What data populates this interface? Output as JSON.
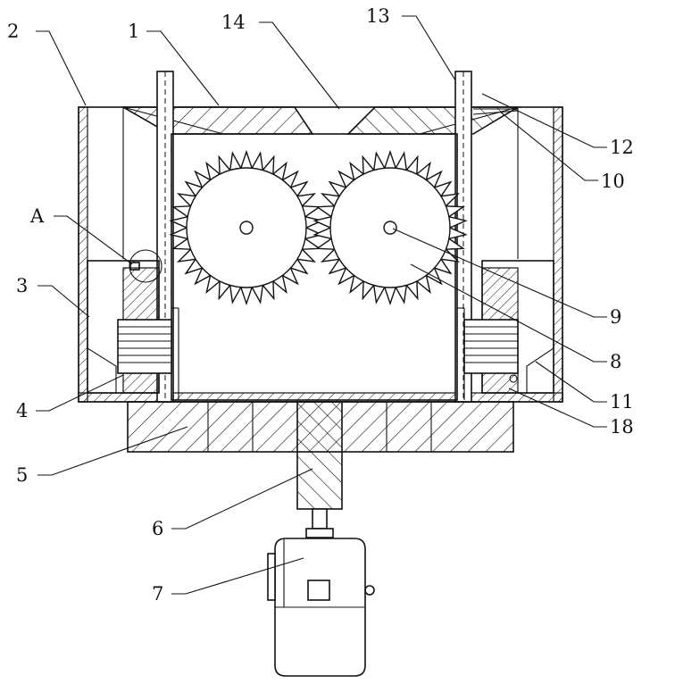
{
  "figure": {
    "labels": [
      {
        "id": "1",
        "text": "1"
      },
      {
        "id": "2",
        "text": "2"
      },
      {
        "id": "3",
        "text": "3"
      },
      {
        "id": "4",
        "text": "4"
      },
      {
        "id": "5",
        "text": "5"
      },
      {
        "id": "6",
        "text": "6"
      },
      {
        "id": "7",
        "text": "7"
      },
      {
        "id": "8",
        "text": "8"
      },
      {
        "id": "9",
        "text": "9"
      },
      {
        "id": "10",
        "text": "10"
      },
      {
        "id": "11",
        "text": "11"
      },
      {
        "id": "12",
        "text": "12"
      },
      {
        "id": "13",
        "text": "13"
      },
      {
        "id": "14",
        "text": "14"
      },
      {
        "id": "18",
        "text": "18"
      },
      {
        "id": "A",
        "text": "A"
      }
    ],
    "gears": [
      {
        "name": "left-gear",
        "teeth": 34
      },
      {
        "name": "right-gear",
        "teeth": 34
      }
    ]
  }
}
